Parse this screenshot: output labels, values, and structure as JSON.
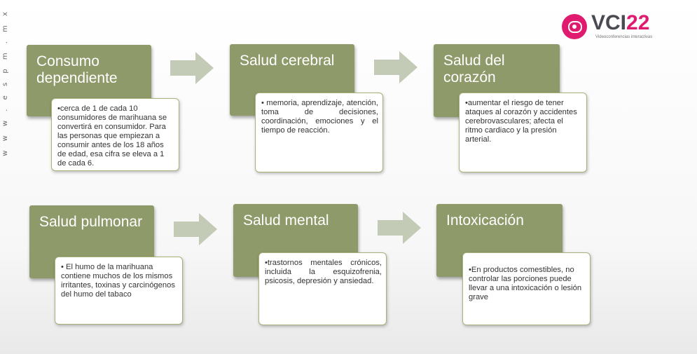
{
  "side_text": "w w w . e s p m . m x",
  "logo": {
    "main": "VCI",
    "number": "22",
    "subtitle": "Videoconferencias interactivas",
    "icon": "chat-bubble-icon",
    "color": "#e01a6f"
  },
  "colors": {
    "header": "#8e9a6a",
    "note_border": "#a7b27c",
    "arrow": "#c3cab5"
  },
  "flow": [
    {
      "title": "Consumo dependiente",
      "text": "•cerca de 1 de cada 10 consumidores de marihuana se convertirá en consumidor. Para las personas que empiezan a consumir antes de los 18 años de edad, esa cifra se eleva a 1 de cada 6."
    },
    {
      "title": "Salud cerebral",
      "text": "• memoria, aprendizaje, atención, toma de decisiones, coordinación, emociones y el tiempo de reacción."
    },
    {
      "title": "Salud del corazón",
      "text": "•aumentar el riesgo de tener ataques al corazón y accidentes cerebrovasculares; afecta el ritmo cardiaco y la presión arterial."
    },
    {
      "title": "Salud pulmonar",
      "text": "• El humo de la marihuana contiene muchos de los mismos irritantes, toxinas y carcinógenos del humo del tabaco"
    },
    {
      "title": "Salud mental",
      "text": "•trastornos mentales crónicos, incluida la esquizofrenia, psicosis, depresión y ansiedad."
    },
    {
      "title": "Intoxicación",
      "text": "•En productos comestibles, no controlar las porciones puede llevar a una intoxicación o lesión grave"
    }
  ]
}
